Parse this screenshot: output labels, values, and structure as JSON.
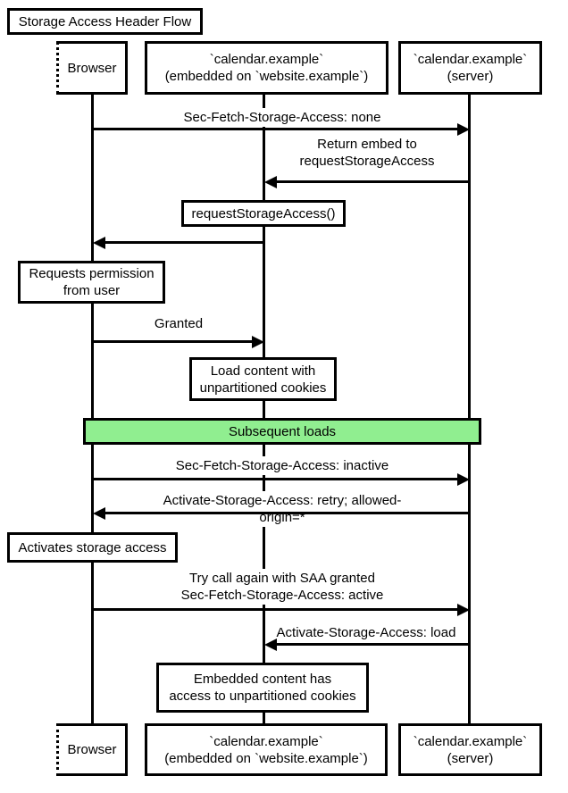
{
  "title": "Storage Access Header Flow",
  "colors": {
    "line": "#000000",
    "box_fill": "#FFFFFF",
    "band_fill": "#90EE90",
    "text": "#000000"
  },
  "participants": {
    "browser": {
      "label": "Browser"
    },
    "embedded": {
      "label": "`calendar.example`\n(embedded on `website.example`)"
    },
    "server": {
      "label": "`calendar.example`\n(server)"
    }
  },
  "band": {
    "label": "Subsequent loads",
    "fill": "#90EE90"
  },
  "messages": {
    "sec_fetch_none": {
      "text": "Sec-Fetch-Storage-Access: none",
      "from": "Browser",
      "to": "server",
      "direction": "right"
    },
    "return_embed": {
      "text": "Return embed to\nrequestStorageAccess",
      "from": "server",
      "to": "embedded",
      "direction": "left"
    },
    "rsa_to_browser": {
      "text": "",
      "from": "embedded",
      "to": "Browser",
      "direction": "left"
    },
    "granted": {
      "text": "Granted",
      "from": "Browser",
      "to": "embedded",
      "direction": "right"
    },
    "sec_fetch_inactive": {
      "text": "Sec-Fetch-Storage-Access: inactive",
      "from": "Browser",
      "to": "server",
      "direction": "right"
    },
    "activate_retry": {
      "text": "Activate-Storage-Access: retry; allowed-origin=*",
      "from": "server",
      "to": "Browser",
      "direction": "left"
    },
    "try_again": {
      "text": "Try call again with SAA granted\nSec-Fetch-Storage-Access: active",
      "from": "Browser",
      "to": "server",
      "direction": "right"
    },
    "activate_load": {
      "text": "Activate-Storage-Access: load",
      "from": "server",
      "to": "embedded",
      "direction": "left"
    }
  },
  "notes": {
    "request_storage_access": "requestStorageAccess()",
    "requests_permission": "Requests permission\nfrom user",
    "load_content": "Load content with\nunpartitioned cookies",
    "activates_storage": "Activates storage access",
    "embedded_access": "Embedded content has\naccess to unpartitioned cookies"
  }
}
